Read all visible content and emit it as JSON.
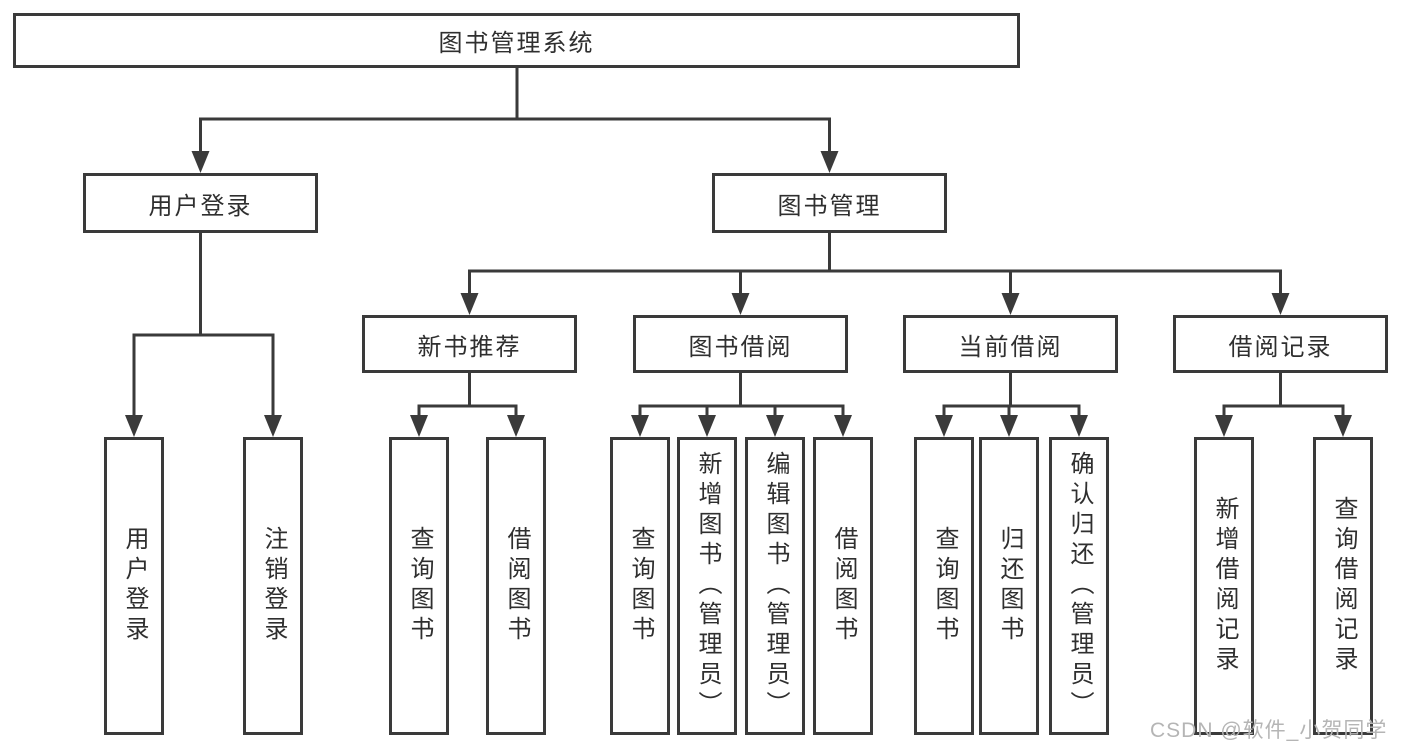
{
  "tree": {
    "root": {
      "label": "图书管理系统"
    },
    "branches": [
      {
        "label": "用户登录",
        "children": [
          {
            "label": "用户登录"
          },
          {
            "label": "注销登录"
          }
        ]
      },
      {
        "label": "图书管理",
        "children": [
          {
            "label": "新书推荐",
            "children": [
              {
                "label": "查询图书"
              },
              {
                "label": "借阅图书"
              }
            ]
          },
          {
            "label": "图书借阅",
            "children": [
              {
                "label": "查询图书"
              },
              {
                "label": "新增图书（管理员）"
              },
              {
                "label": "编辑图书（管理员）"
              },
              {
                "label": "借阅图书"
              }
            ]
          },
          {
            "label": "当前借阅",
            "children": [
              {
                "label": "查询图书"
              },
              {
                "label": "归还图书"
              },
              {
                "label": "确认归还（管理员）"
              }
            ]
          },
          {
            "label": "借阅记录",
            "children": [
              {
                "label": "新增借阅记录"
              },
              {
                "label": "查询借阅记录"
              }
            ]
          }
        ]
      }
    ]
  },
  "watermark": {
    "text": "CSDN @软件_小贺同学"
  },
  "colors": {
    "line": "#3a3a3a",
    "box_border": "#3a3a3a",
    "text": "#2f2f2f",
    "watermark": "#b5b5b5",
    "background": "#ffffff"
  }
}
